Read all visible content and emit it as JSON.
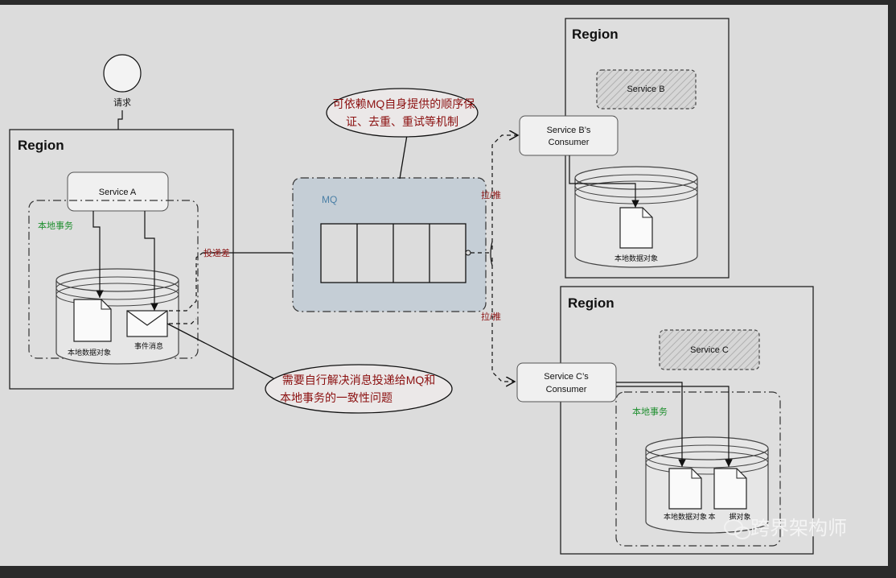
{
  "request_label": "请求",
  "left_region": {
    "title": "Region",
    "service_a": "Service A",
    "local_tx_label": "本地事务",
    "db_object_label": "本地数据对象",
    "event_message_label": "事件消息",
    "deliver_label": "投递差"
  },
  "mq": {
    "label": "MQ",
    "slots": 4
  },
  "top_callout": {
    "line1": "可依赖MQ自身提供的顺序保",
    "line2": "证、去重、重试等机制"
  },
  "bottom_callout": {
    "line1": "需要自行解决消息投递给MQ和",
    "line2": "本地事务的一致性问题"
  },
  "pull_push_top": "拉/推",
  "pull_push_bottom": "拉/推",
  "region_b": {
    "title": "Region",
    "service": "Service B",
    "consumer_line1": "Service B’s",
    "consumer_line2": "Consumer",
    "db_object_label": "本地数据对象"
  },
  "region_c": {
    "title": "Region",
    "service": "Service C",
    "consumer_line1": "Service C’s",
    "consumer_line2": "Consumer",
    "local_tx_label": "本地事务",
    "db_object_label_1": "本地数据对象",
    "db_object_label_2": "本",
    "db_object_label_3": "据对象"
  },
  "watermark": "跨界架构师",
  "colors": {
    "background": "#dcdcdc",
    "frame": "#2b2b2b",
    "mq_fill": "#c5ced6",
    "callout_fill": "#ebe8e8",
    "callout_text": "#8b1010",
    "green_text": "#1f8f2f"
  }
}
